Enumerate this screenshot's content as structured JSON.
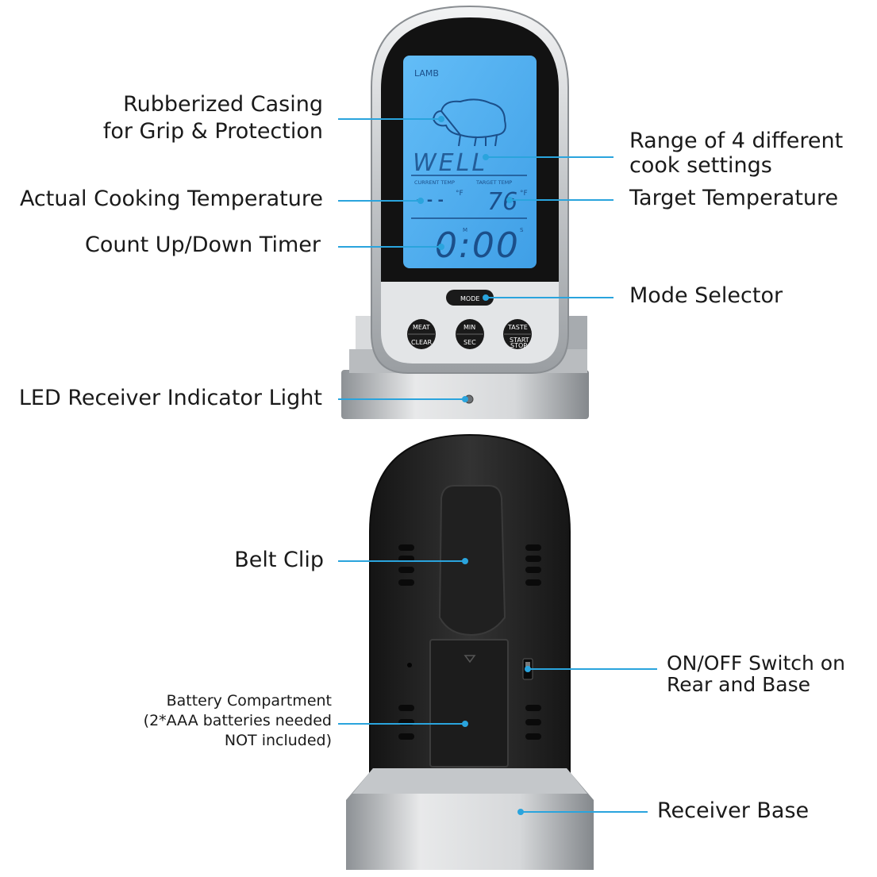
{
  "callouts": {
    "casing": [
      "Rubberized Casing",
      "for  Grip & Protection"
    ],
    "actual_temp": "Actual Cooking Temperature",
    "timer": "Count Up/Down Timer",
    "led": "LED Receiver Indicator Light",
    "range": [
      "Range of 4 different",
      "cook settings"
    ],
    "target": "Target Temperature",
    "mode": "Mode Selector",
    "belt_clip": "Belt Clip",
    "battery": [
      "Battery Compartment",
      "(2*AAA batteries needed",
      "NOT included)"
    ],
    "switch": [
      "ON/OFF Switch on",
      "Rear and Base"
    ],
    "base": "Receiver Base"
  },
  "lcd": {
    "meat": "LAMB",
    "doneness": "WELL",
    "current_label": "CURRENT TEMP",
    "target_label": "TARGET TEMP",
    "current_value": "- - -",
    "target_value": "76",
    "unit": "°F",
    "timer": "0:00",
    "timer_m": "M",
    "timer_s": "S"
  },
  "buttons": {
    "mode": "MODE",
    "meat": "MEAT",
    "clear": "CLEAR",
    "min": "MIN",
    "sec": "SEC",
    "taste": "TASTE",
    "start_stop_1": "START",
    "start_stop_2": "STOP"
  },
  "colors": {
    "lcd": "#4aa9f0",
    "leader_line": "#2aa4dd",
    "device_body": "#1e1e1e",
    "silver": "#c9cccf"
  }
}
